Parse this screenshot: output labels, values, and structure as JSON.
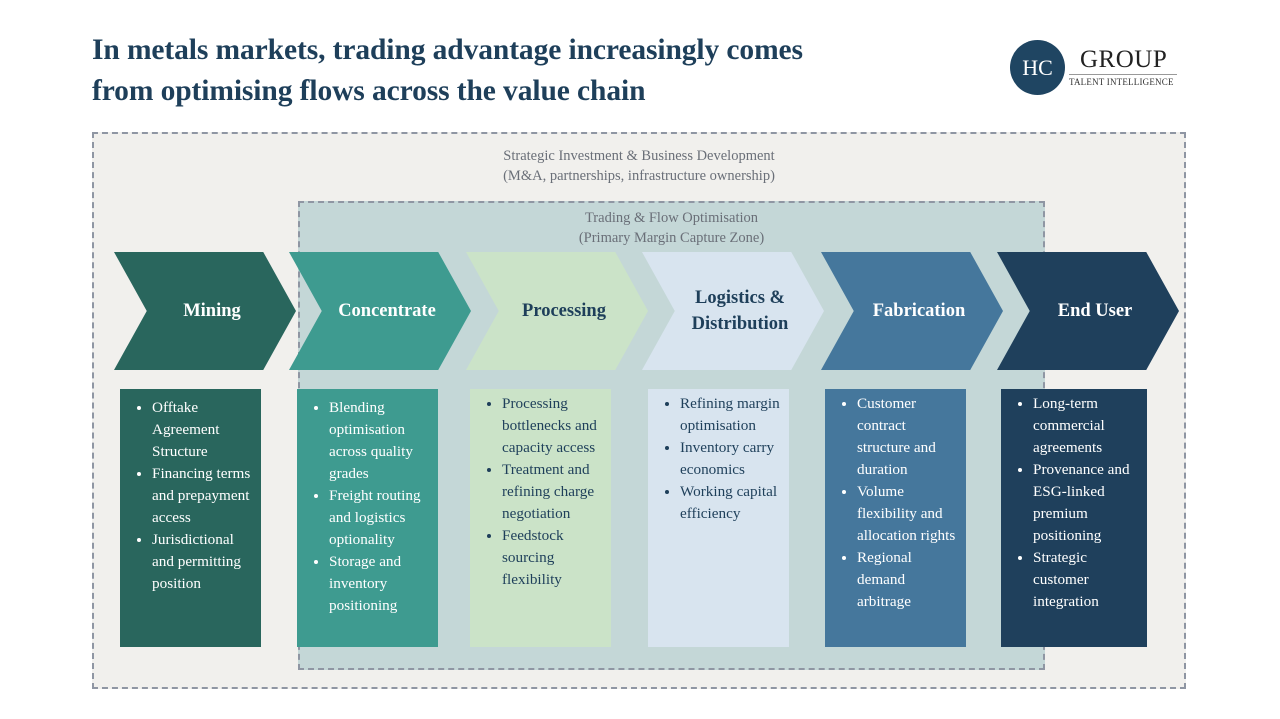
{
  "header": {
    "title_line1": "In metals markets, trading advantage increasingly comes",
    "title_line2": "from optimising flows across the value chain"
  },
  "logo": {
    "monogram": "HC",
    "name": "GROUP",
    "tagline": "TALENT INTELLIGENCE",
    "color": "#1f4562"
  },
  "outer_zone": {
    "title": "Strategic Investment & Business Development",
    "subtitle": "(M&A, partnerships, infrastructure ownership)"
  },
  "inner_zone": {
    "title": "Trading & Flow Optimisation",
    "subtitle": "(Primary Margin Capture Zone)"
  },
  "stages": [
    {
      "label": "Mining",
      "color": "#29665d",
      "text_color": "#ffffff",
      "items": [
        "Offtake Agreement Structure",
        "Financing terms and prepayment access",
        "Jurisdictional and permitting position"
      ]
    },
    {
      "label": "Concentrate",
      "color": "#3e9b90",
      "text_color": "#ffffff",
      "items": [
        "Blending optimisation across quality grades",
        "Freight routing and logistics optionality",
        "Storage and inventory positioning"
      ]
    },
    {
      "label": "Processing",
      "color": "#cbe3c8",
      "text_color": "#1e3f5a",
      "items": [
        "Processing bottlenecks and capacity access",
        "Treatment and refining charge negotiation",
        "Feedstock sourcing flexibility"
      ]
    },
    {
      "label": "Logistics & Distribution",
      "color": "#d8e4ef",
      "text_color": "#1e3f5a",
      "items": [
        "Refining margin optimisation",
        "Inventory carry economics",
        "Working capital efficiency"
      ]
    },
    {
      "label": "Fabrication",
      "color": "#45779c",
      "text_color": "#ffffff",
      "items": [
        "Customer contract structure and duration",
        "Volume flexibility and allocation rights",
        "Regional demand arbitrage"
      ]
    },
    {
      "label": "End User",
      "color": "#1f405c",
      "text_color": "#ffffff",
      "items": [
        "Long-term commercial agreements",
        "Provenance and ESG-linked premium positioning",
        "Strategic customer integration"
      ]
    }
  ]
}
